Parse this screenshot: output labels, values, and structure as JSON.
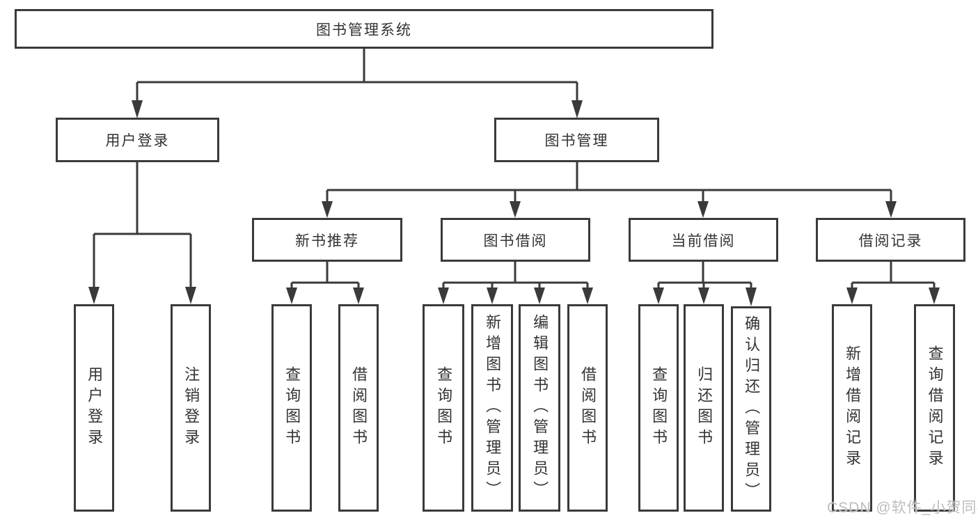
{
  "diagram": {
    "title": "图书管理系统",
    "watermark": "CSDN @软件_小贺同学",
    "colors": {
      "line": "#3a3a3a",
      "border": "#3a3a3a",
      "text": "#333333",
      "background": "#ffffff",
      "watermark": "#bdbdbd"
    },
    "tree": {
      "label": "图书管理系统",
      "children": [
        {
          "label": "用户登录",
          "children": [
            {
              "label": "用户登录"
            },
            {
              "label": "注销登录"
            }
          ]
        },
        {
          "label": "图书管理",
          "children": [
            {
              "label": "新书推荐",
              "children": [
                {
                  "label": "查询图书"
                },
                {
                  "label": "借阅图书"
                }
              ]
            },
            {
              "label": "图书借阅",
              "children": [
                {
                  "label": "查询图书"
                },
                {
                  "label": "新增图书（管理员）"
                },
                {
                  "label": "编辑图书（管理员）"
                },
                {
                  "label": "借阅图书"
                }
              ]
            },
            {
              "label": "当前借阅",
              "children": [
                {
                  "label": "查询图书"
                },
                {
                  "label": "归还图书"
                },
                {
                  "label": "确认归还（管理员）"
                }
              ]
            },
            {
              "label": "借阅记录",
              "children": [
                {
                  "label": "新增借阅记录"
                },
                {
                  "label": "查询借阅记录"
                }
              ]
            }
          ]
        }
      ]
    }
  }
}
